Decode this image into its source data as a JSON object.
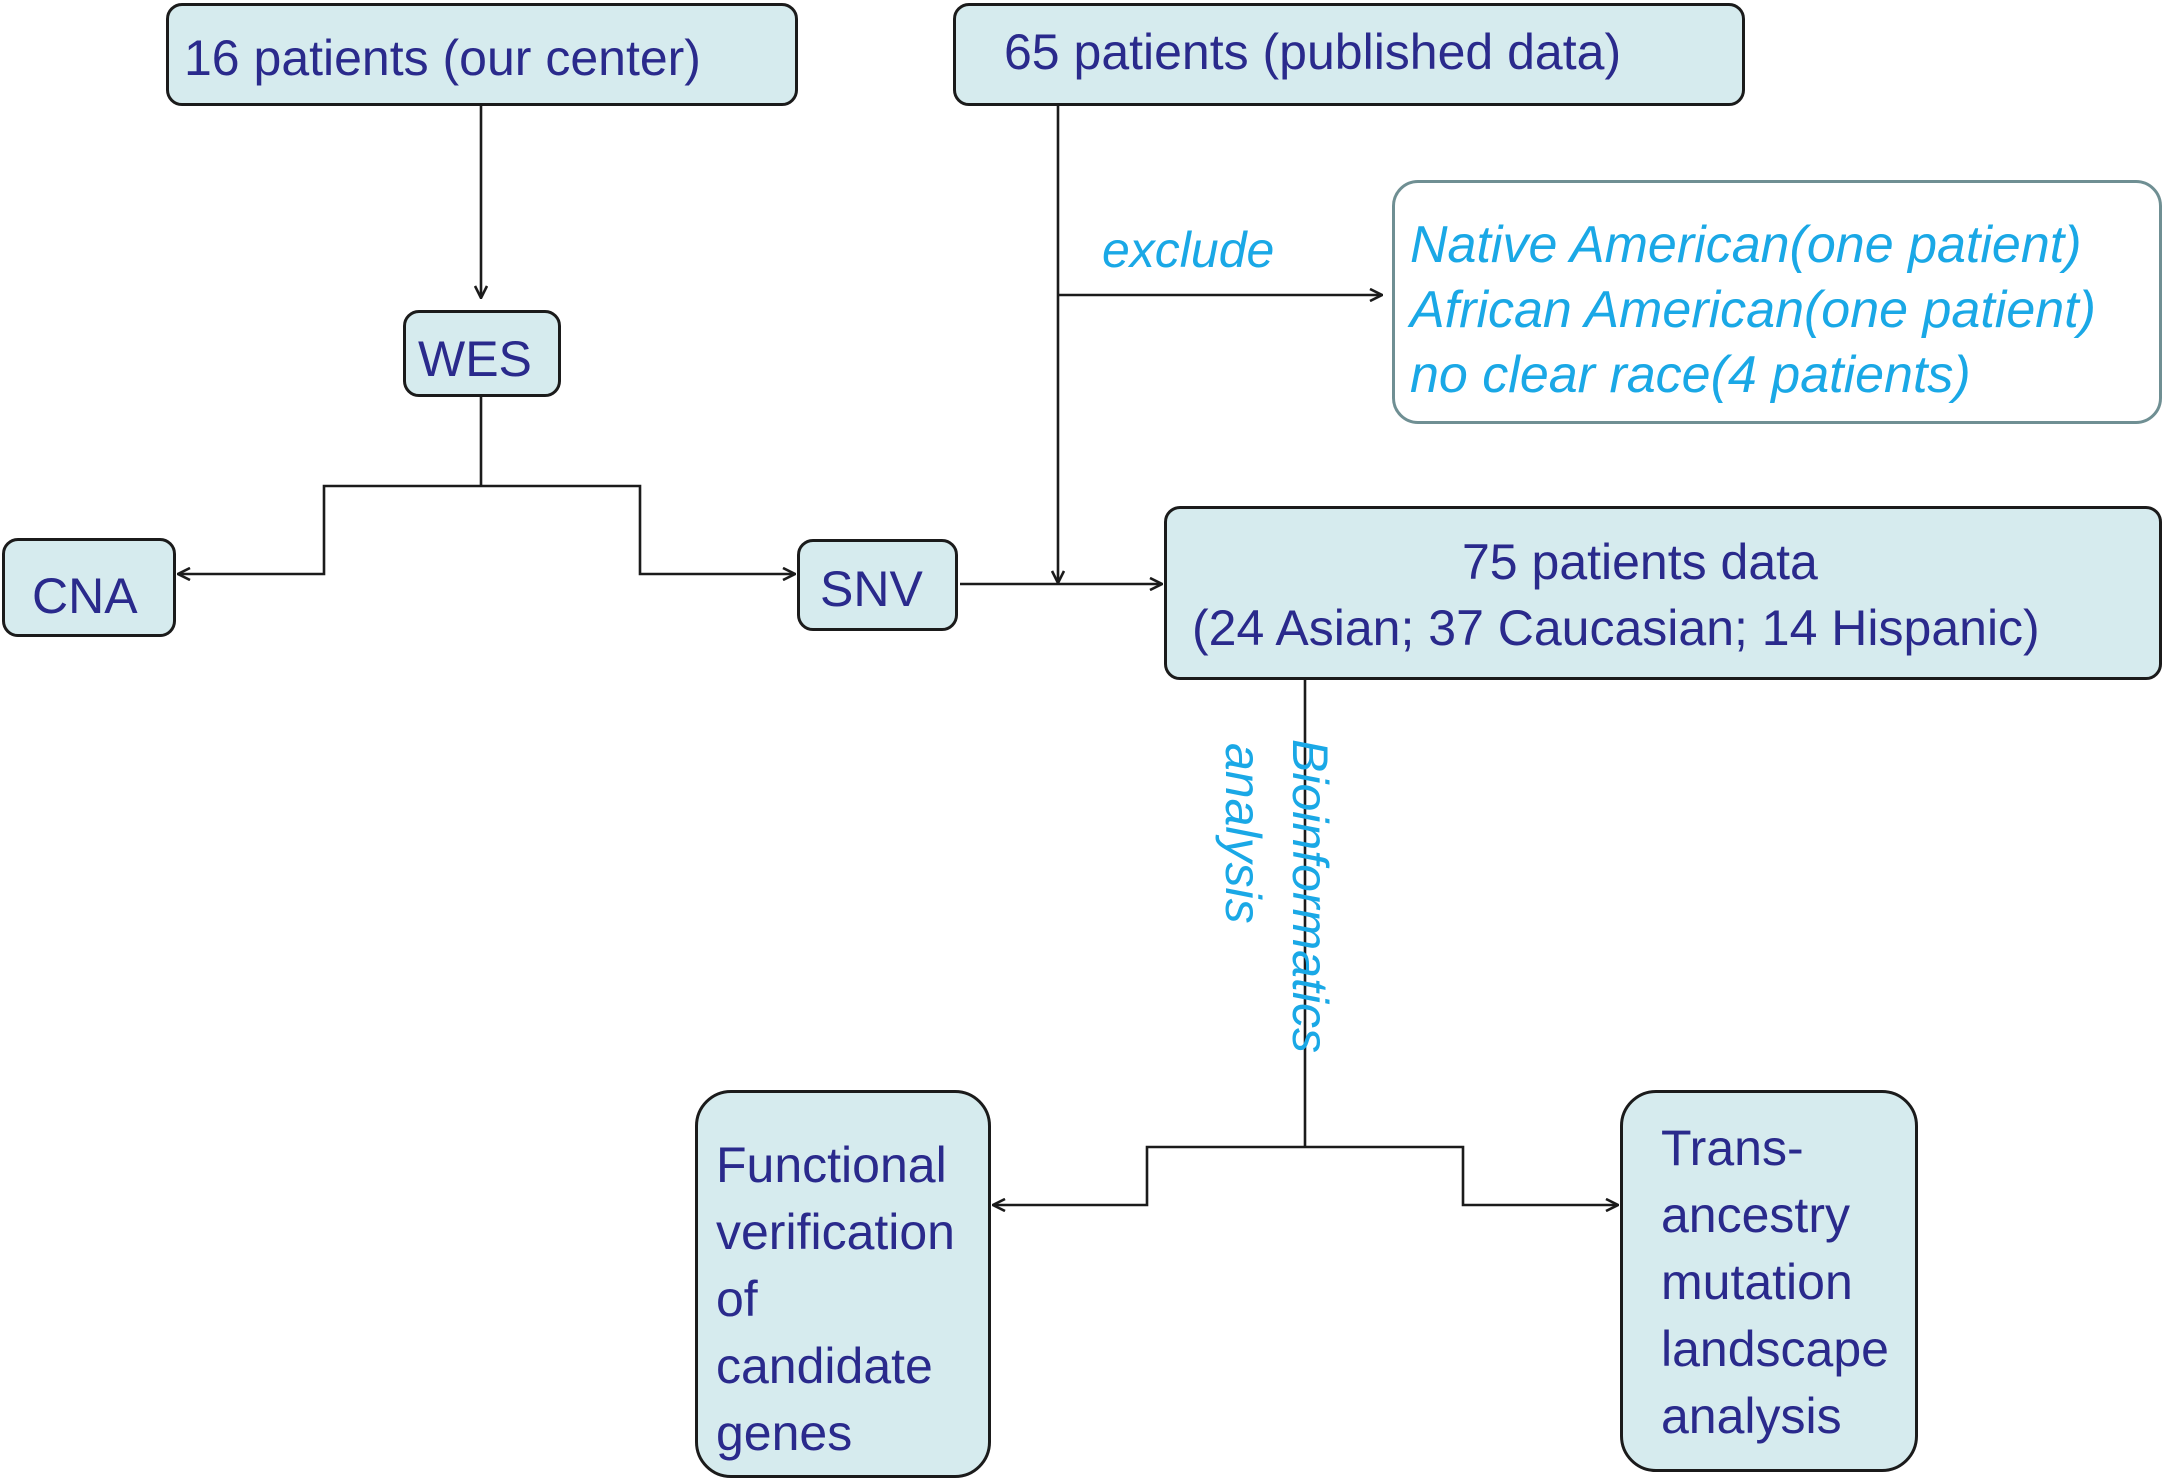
{
  "nodes": {
    "own_center": "16 patients (our center)",
    "published": "65 patients (published data)",
    "wes": "WES",
    "cna": "CNA",
    "snv": "SNV",
    "excluded": {
      "line1": "Native American(one patient)",
      "line2": "African American(one patient)",
      "line3": "no clear race(4 patients)"
    },
    "combined": {
      "line1": "75 patients data",
      "line2": "(24 Asian; 37 Caucasian; 14 Hispanic)"
    },
    "functional": [
      "Functional",
      "verification",
      "of",
      "candidate",
      "genes"
    ],
    "trans": [
      "Trans-",
      "ancestry",
      "mutation",
      "landscape",
      "analysis"
    ]
  },
  "labels": {
    "exclude": "exclude",
    "bioinformatics": "Bioinformatics",
    "analysis": "analysis"
  },
  "colors": {
    "box_fill": "#d6ebee",
    "box_text": "#2a2a8c",
    "edge_label": "#1aa8e6",
    "line": "#1b1b1b"
  }
}
